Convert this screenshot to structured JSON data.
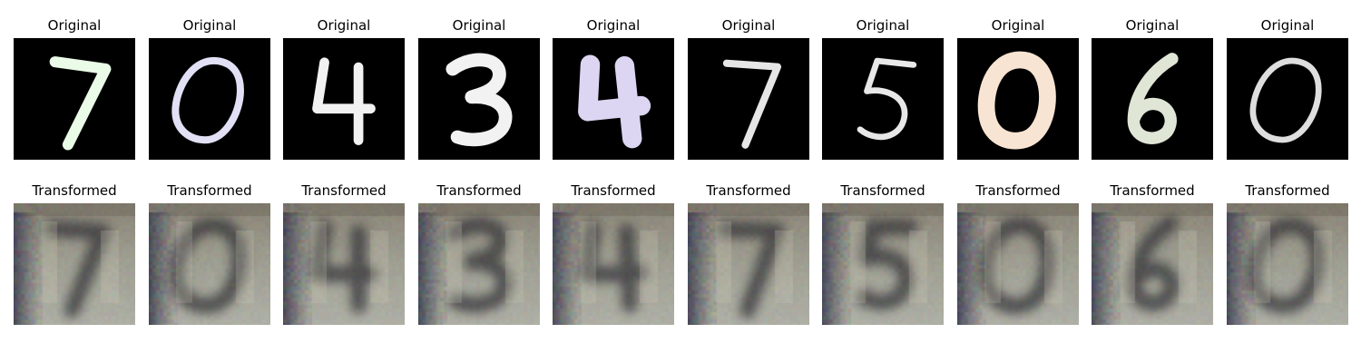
{
  "figure": {
    "originals": [
      {
        "title": "Original",
        "digit": "7",
        "ink": "#eafbe8"
      },
      {
        "title": "Original",
        "digit": "0",
        "ink": "#e2e0f4"
      },
      {
        "title": "Original",
        "digit": "4",
        "ink": "#f2f2f2"
      },
      {
        "title": "Original",
        "digit": "3",
        "ink": "#f2f2f2"
      },
      {
        "title": "Original",
        "digit": "4",
        "ink": "#dcd6f2"
      },
      {
        "title": "Original",
        "digit": "7",
        "ink": "#e6e6e6"
      },
      {
        "title": "Original",
        "digit": "5",
        "ink": "#e8e8e8"
      },
      {
        "title": "Original",
        "digit": "0",
        "ink": "#f8e4d2"
      },
      {
        "title": "Original",
        "digit": "6",
        "ink": "#dfe6d6"
      },
      {
        "title": "Original",
        "digit": "0",
        "ink": "#dedede"
      }
    ],
    "transformed": [
      {
        "title": "Transformed",
        "digit": "7"
      },
      {
        "title": "Transformed",
        "digit": "0"
      },
      {
        "title": "Transformed",
        "digit": "4"
      },
      {
        "title": "Transformed",
        "digit": "3"
      },
      {
        "title": "Transformed",
        "digit": "4"
      },
      {
        "title": "Transformed",
        "digit": "7"
      },
      {
        "title": "Transformed",
        "digit": "5"
      },
      {
        "title": "Transformed",
        "digit": "0"
      },
      {
        "title": "Transformed",
        "digit": "6"
      },
      {
        "title": "Transformed",
        "digit": "0"
      }
    ]
  }
}
